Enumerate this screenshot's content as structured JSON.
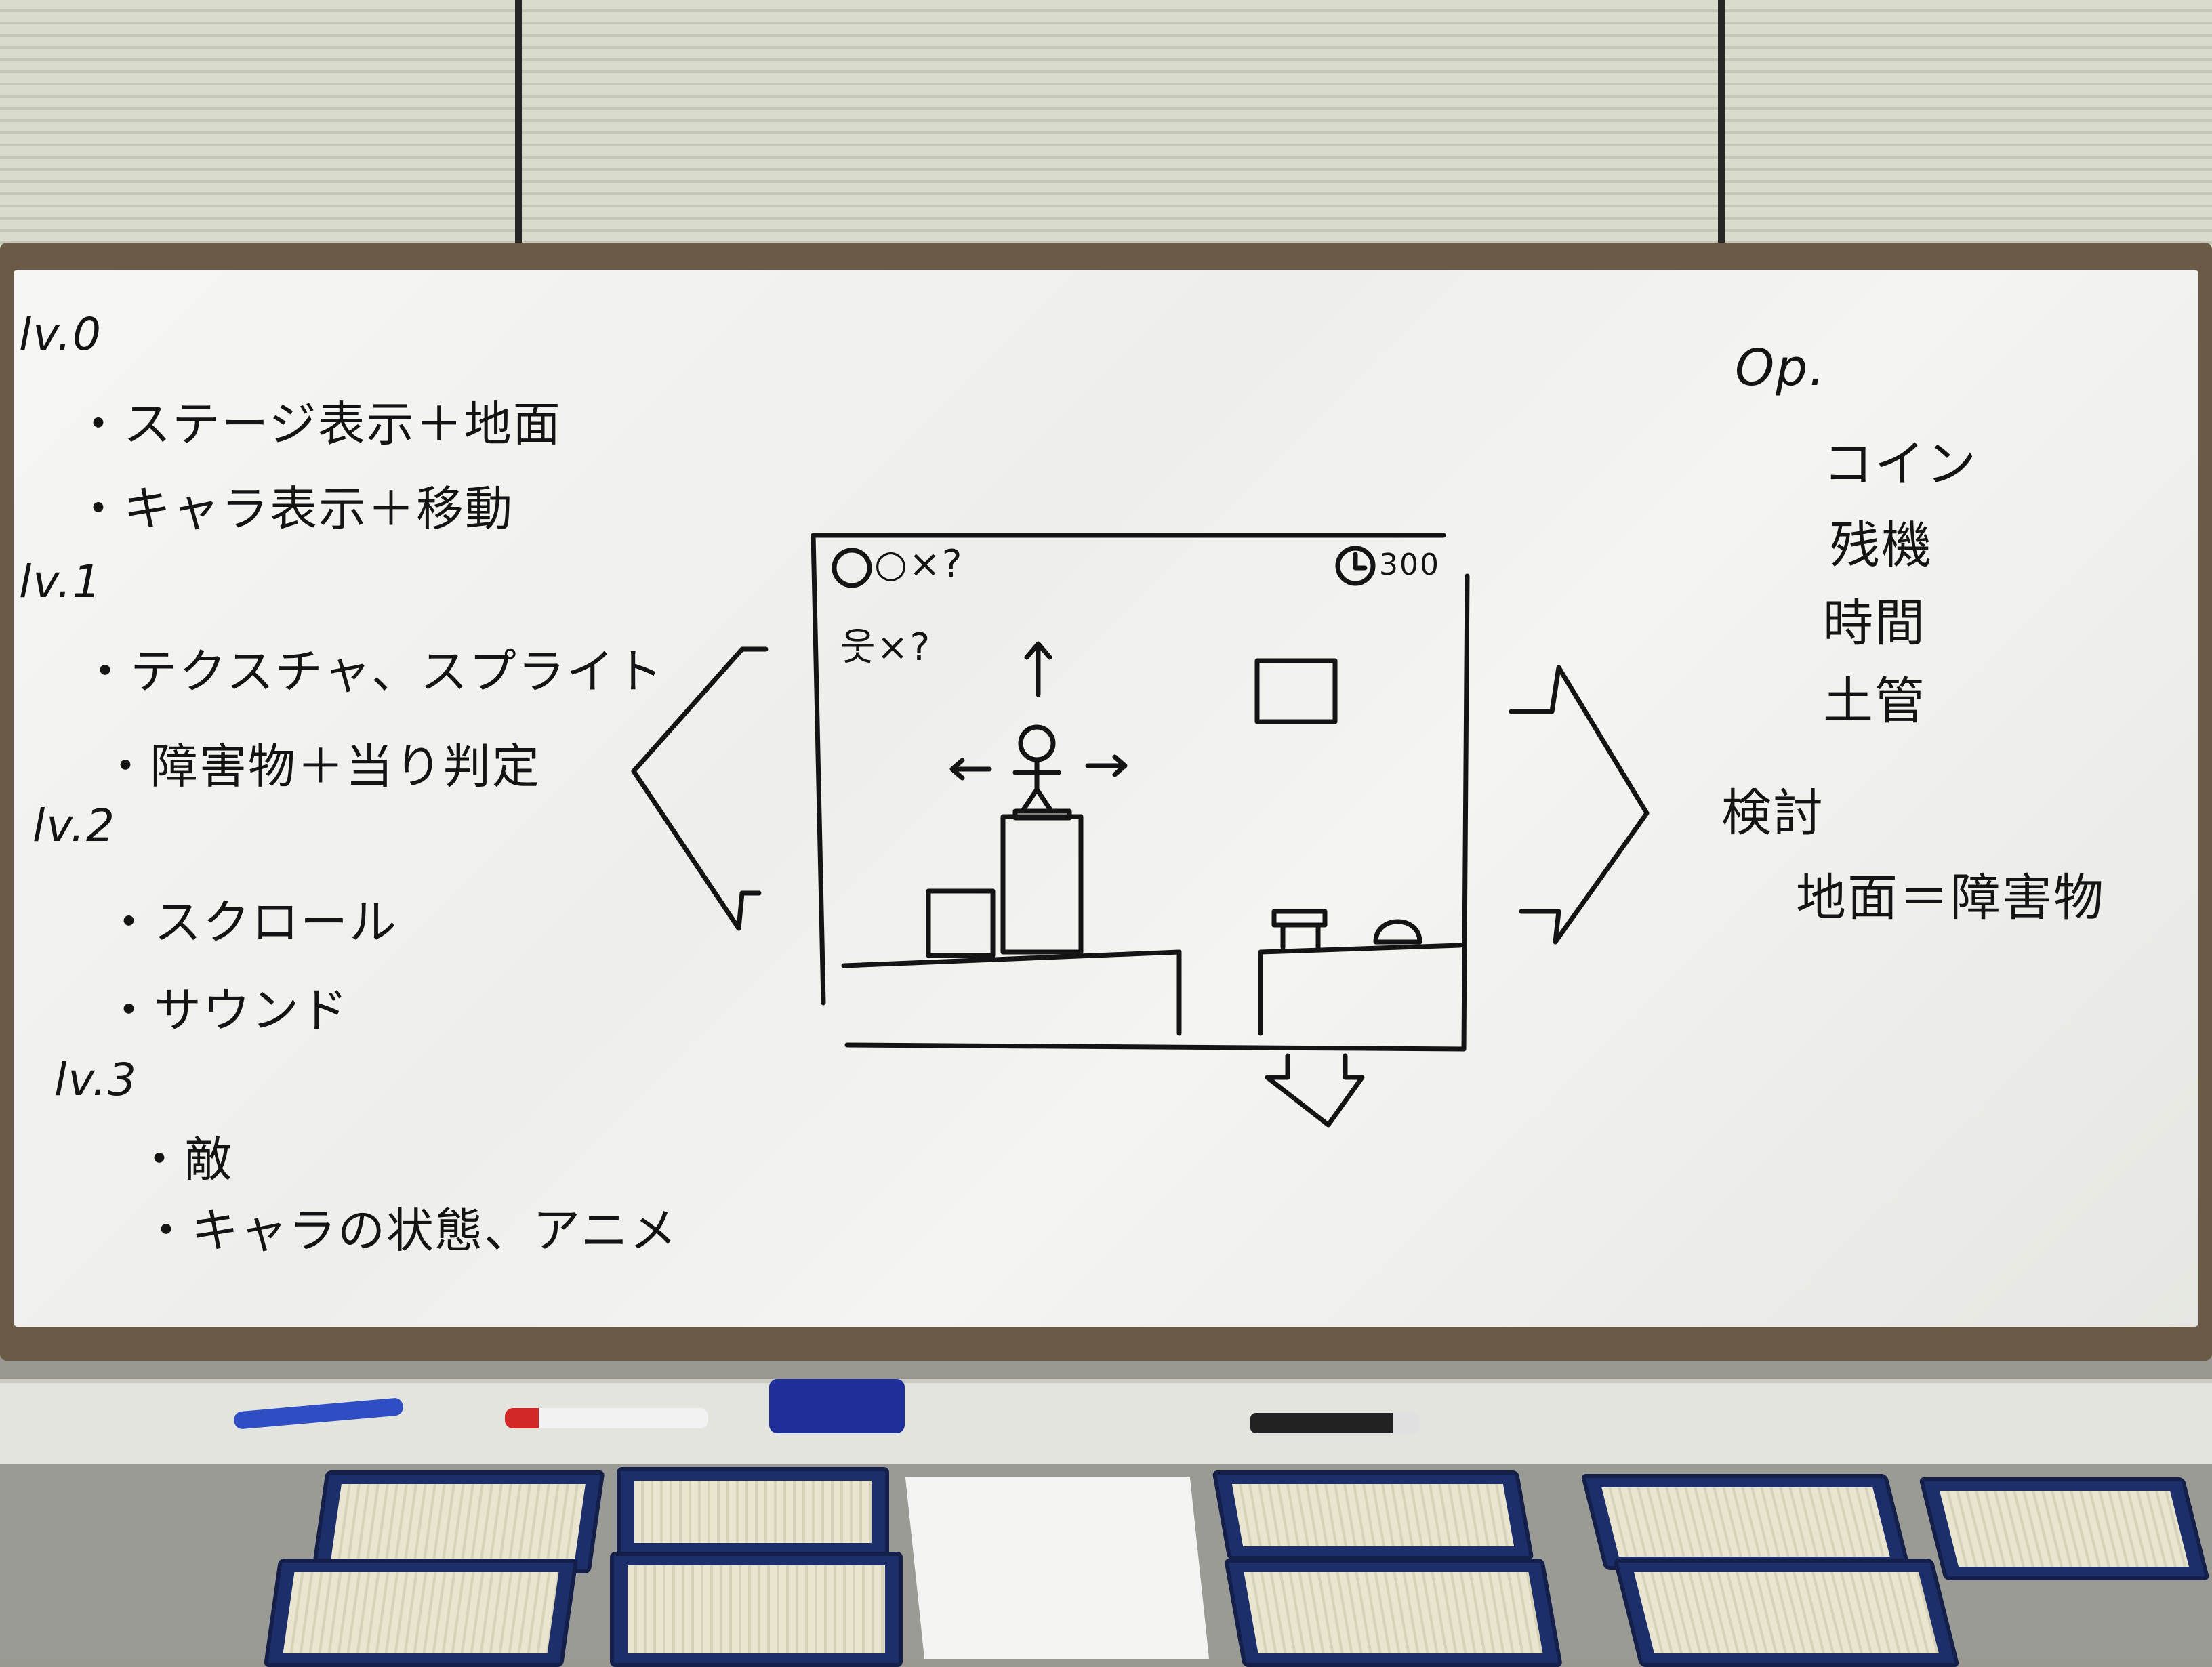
{
  "whiteboard": {
    "levels": [
      {
        "label": "lv.0",
        "items": [
          "・ステージ表示＋地面",
          "・キャラ表示＋移動"
        ]
      },
      {
        "label": "lv.1",
        "items": [
          "・テクスチャ、スプライト",
          "・障害物＋当り判定"
        ]
      },
      {
        "label": "lv.2",
        "items": [
          "・スクロール",
          "・サウンド"
        ]
      },
      {
        "label": "lv.3",
        "items": [
          "・敵",
          "・キャラの状態、アニメ"
        ]
      }
    ],
    "sketch": {
      "coin_counter": "○×?",
      "lives_counter": "웃×?",
      "timer": "300"
    },
    "options": {
      "heading": "Op.",
      "items": [
        "コイン",
        "残機",
        "時間",
        "土管"
      ]
    },
    "review": {
      "heading": "検討",
      "note": "地面＝障害物"
    }
  },
  "colors": {
    "board": "#f3f3ef",
    "frame": "#6b5a46",
    "ink": "#141414"
  }
}
